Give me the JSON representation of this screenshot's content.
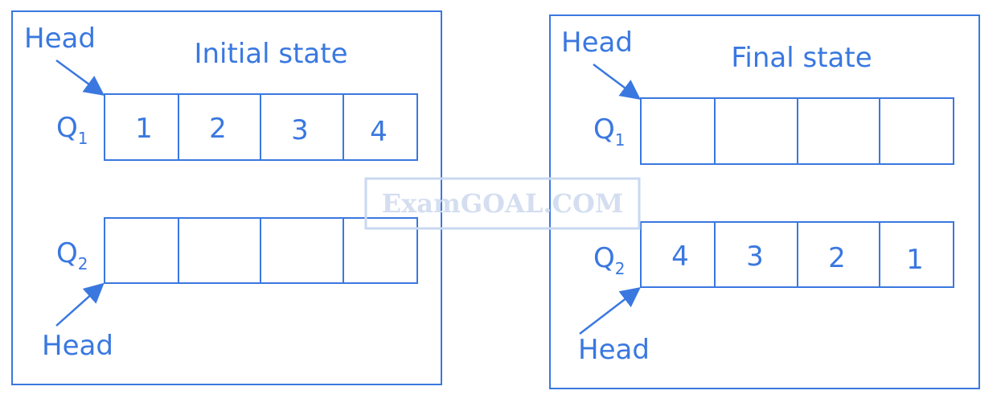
{
  "panels": [
    {
      "title": "Initial state",
      "head_label_top": "Head",
      "head_label_bottom": "Head",
      "queues": [
        {
          "label": "Q",
          "subscript": "1",
          "cells": [
            "1",
            "2",
            "3",
            "4"
          ]
        },
        {
          "label": "Q",
          "subscript": "2",
          "cells": [
            "",
            "",
            "",
            ""
          ]
        }
      ]
    },
    {
      "title": "Final state",
      "head_label_top": "Head",
      "head_label_bottom": "Head",
      "queues": [
        {
          "label": "Q",
          "subscript": "1",
          "cells": [
            "",
            "",
            "",
            ""
          ]
        },
        {
          "label": "Q",
          "subscript": "2",
          "cells": [
            "4",
            "3",
            "2",
            "1"
          ]
        }
      ]
    }
  ],
  "watermark": "ExamGOAL.COM",
  "colors": {
    "stroke": "#3a78e0",
    "watermark": "#d4def0"
  }
}
